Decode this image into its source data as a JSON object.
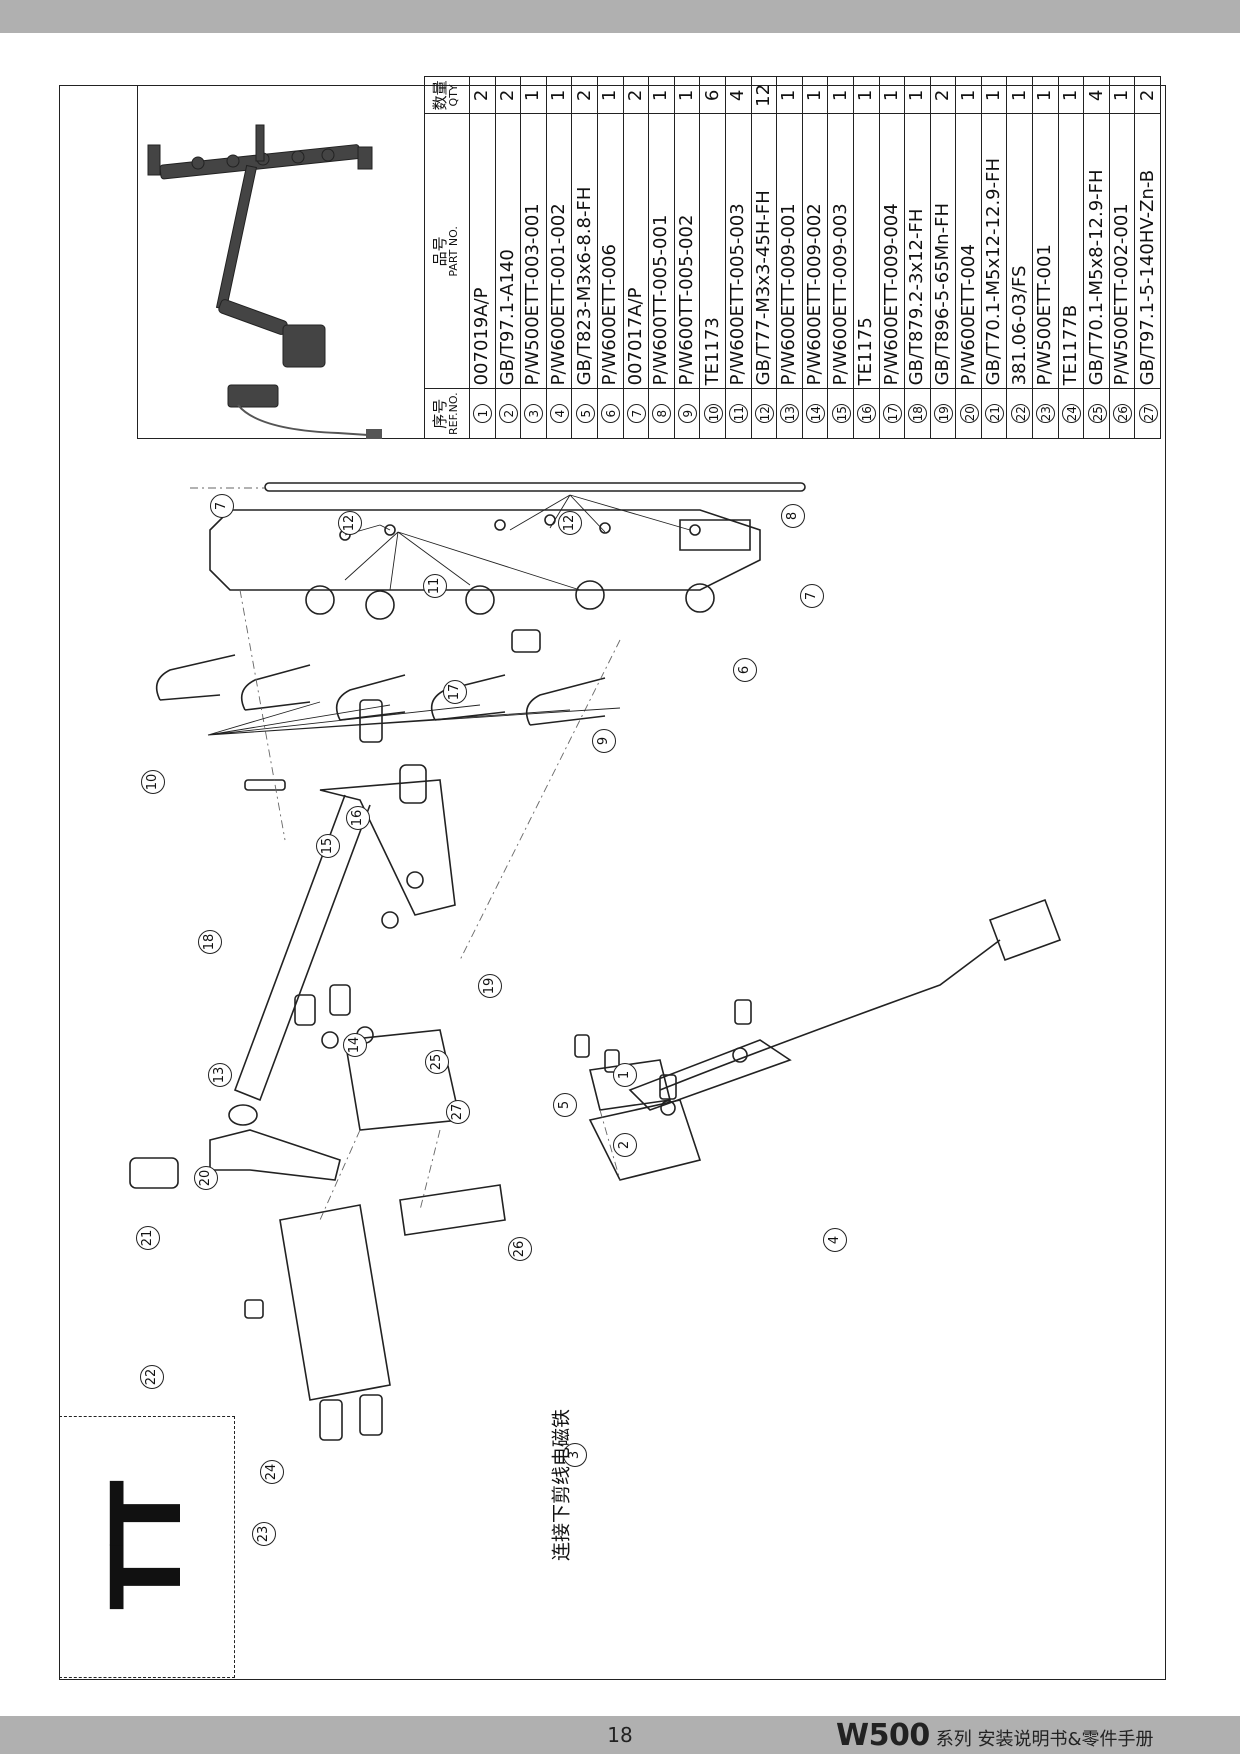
{
  "header": {
    "ref_cn": "序号",
    "ref_en": "REF.NO.",
    "part_cn": "品号",
    "part_en": "PART NO.",
    "qty_cn": "数量",
    "qty_en": "QTY"
  },
  "parts": [
    {
      "ref": "1",
      "part": "007019A/P",
      "qty": "2"
    },
    {
      "ref": "2",
      "part": "GB/T97.1-A140",
      "qty": "2"
    },
    {
      "ref": "3",
      "part": "P/W500ETT-003-001",
      "qty": "1"
    },
    {
      "ref": "4",
      "part": "P/W600ETT-001-002",
      "qty": "1"
    },
    {
      "ref": "5",
      "part": "GB/T823-M3x6-8.8-FH",
      "qty": "2"
    },
    {
      "ref": "6",
      "part": "P/W600ETT-006",
      "qty": "1"
    },
    {
      "ref": "7",
      "part": "007017A/P",
      "qty": "2"
    },
    {
      "ref": "8",
      "part": "P/W600TT-005-001",
      "qty": "1"
    },
    {
      "ref": "9",
      "part": "P/W600TT-005-002",
      "qty": "1"
    },
    {
      "ref": "10",
      "part": "TE1173",
      "qty": "6"
    },
    {
      "ref": "11",
      "part": "P/W600ETT-005-003",
      "qty": "4"
    },
    {
      "ref": "12",
      "part": "GB/T77-M3x3-45H-FH",
      "qty": "12"
    },
    {
      "ref": "13",
      "part": "P/W600ETT-009-001",
      "qty": "1"
    },
    {
      "ref": "14",
      "part": "P/W600ETT-009-002",
      "qty": "1"
    },
    {
      "ref": "15",
      "part": "P/W600ETT-009-003",
      "qty": "1"
    },
    {
      "ref": "16",
      "part": "TE1175",
      "qty": "1"
    },
    {
      "ref": "17",
      "part": "P/W600ETT-009-004",
      "qty": "1"
    },
    {
      "ref": "18",
      "part": "GB/T879.2-3x12-FH",
      "qty": "1"
    },
    {
      "ref": "19",
      "part": "GB/T896-5-65Mn-FH",
      "qty": "2"
    },
    {
      "ref": "20",
      "part": "P/W600ETT-004",
      "qty": "1"
    },
    {
      "ref": "21",
      "part": "GB/T70.1-M5x12-12.9-FH",
      "qty": "1"
    },
    {
      "ref": "22",
      "part": "381.06-03/FS",
      "qty": "1"
    },
    {
      "ref": "23",
      "part": "P/W500ETT-001",
      "qty": "1"
    },
    {
      "ref": "24",
      "part": "TE1177B",
      "qty": "1"
    },
    {
      "ref": "25",
      "part": "GB/T70.1-M5x8-12.9-FH",
      "qty": "4"
    },
    {
      "ref": "26",
      "part": "P/W500ETT-002-001",
      "qty": "1"
    },
    {
      "ref": "27",
      "part": "GB/T97.1-5-140HV-Zn-B",
      "qty": "2"
    }
  ],
  "callouts": [
    "1",
    "2",
    "3",
    "4",
    "5",
    "6",
    "7",
    "7",
    "8",
    "9",
    "10",
    "11",
    "12",
    "12",
    "13",
    "14",
    "15",
    "16",
    "17",
    "18",
    "19",
    "20",
    "21",
    "22",
    "23",
    "24",
    "25",
    "26",
    "27"
  ],
  "section_label": "TT",
  "note_cn": "连接下剪线电磁铁",
  "footer": {
    "page": "18",
    "model": "W500",
    "desc": "系列  安装说明书&零件手册"
  }
}
